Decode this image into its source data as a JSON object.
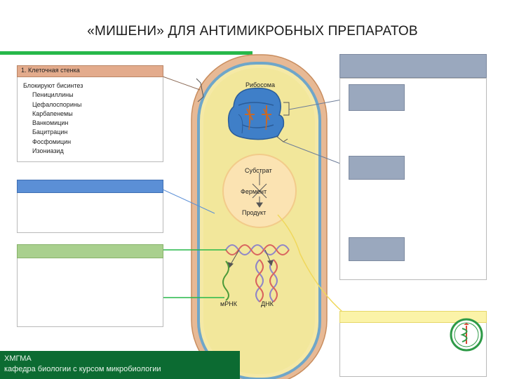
{
  "title": "«МИШЕНИ» ДЛЯ АНТИМИКРОБНЫХ ПРЕПАРАТОВ",
  "panel_cell_wall": {
    "header": "1. Клеточная стенка",
    "items": [
      "Блокируют бисинтез",
      "Пенициллины",
      "Цефалоспорины",
      "Карбапенемы",
      "Ванкомицин",
      "Бацитрацин",
      "Фосфомицин",
      "Изониазид"
    ]
  },
  "cell": {
    "ribosome": "Рибосома",
    "substrate": "Субстрат",
    "enzyme": "Фермент",
    "product": "Продукт",
    "mrna": "мРНК",
    "dna": "ДНК"
  },
  "footer": {
    "line1": "ХМГМА",
    "line2": "кафедра биологии с курсом микробиологии"
  },
  "colors": {
    "green_rule": "#27b84a",
    "salmon_header": "#e3ab8c",
    "blue_header": "#5b8fd6",
    "green_header": "#a9d08e",
    "yellow_header": "#fbf3a8",
    "gray_header": "#9aa8be",
    "footer_bg": "#0c6b32"
  }
}
